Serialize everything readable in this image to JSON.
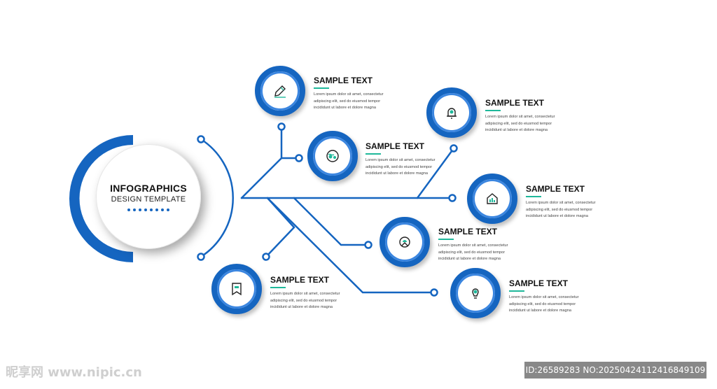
{
  "hub": {
    "title": "INFOGRAPHICS",
    "subtitle": "DESIGN TEMPLATE",
    "dot_count": 8
  },
  "steps": [
    {
      "title": "SAMPLE TEXT",
      "body": "Lorem ipsum dolor sit amet, consectetur adipiscing elit, sed do eiusmod tempor incididunt ut labore et dolore magna",
      "icon": "pencil-icon"
    },
    {
      "title": "SAMPLE TEXT",
      "body": "Lorem ipsum dolor sit amet, consectetur adipiscing elit, sed do eiusmod tempor incididunt ut labore et dolore magna",
      "icon": "globe-chat-icon"
    },
    {
      "title": "SAMPLE TEXT",
      "body": "Lorem ipsum dolor sit amet, consectetur adipiscing elit, sed do eiusmod tempor incididunt ut labore et dolore magna",
      "icon": "bookmark-icon"
    },
    {
      "title": "SAMPLE TEXT",
      "body": "Lorem ipsum dolor sit amet, consectetur adipiscing elit, sed do eiusmod tempor incididunt ut labore et dolore magna",
      "icon": "bell-icon"
    },
    {
      "title": "SAMPLE TEXT",
      "body": "Lorem ipsum dolor sit amet, consectetur adipiscing elit, sed do eiusmod tempor incididunt ut labore et dolore magna",
      "icon": "house-chart-icon"
    },
    {
      "title": "SAMPLE TEXT",
      "body": "Lorem ipsum dolor sit amet, consectetur adipiscing elit, sed do eiusmod tempor incididunt ut labore et dolore magna",
      "icon": "headset-icon"
    },
    {
      "title": "SAMPLE TEXT",
      "body": "Lorem ipsum dolor sit amet, consectetur adipiscing elit, sed do eiusmod tempor incididunt ut labore et dolore magna",
      "icon": "lightbulb-icon"
    }
  ],
  "watermark": {
    "site": "昵享网 www.nipic.cn",
    "id_text": "ID:26589283 NO:20250424112416849109"
  },
  "colors": {
    "primary": "#1565c0",
    "accent": "#1fb89a",
    "text": "#111111"
  }
}
